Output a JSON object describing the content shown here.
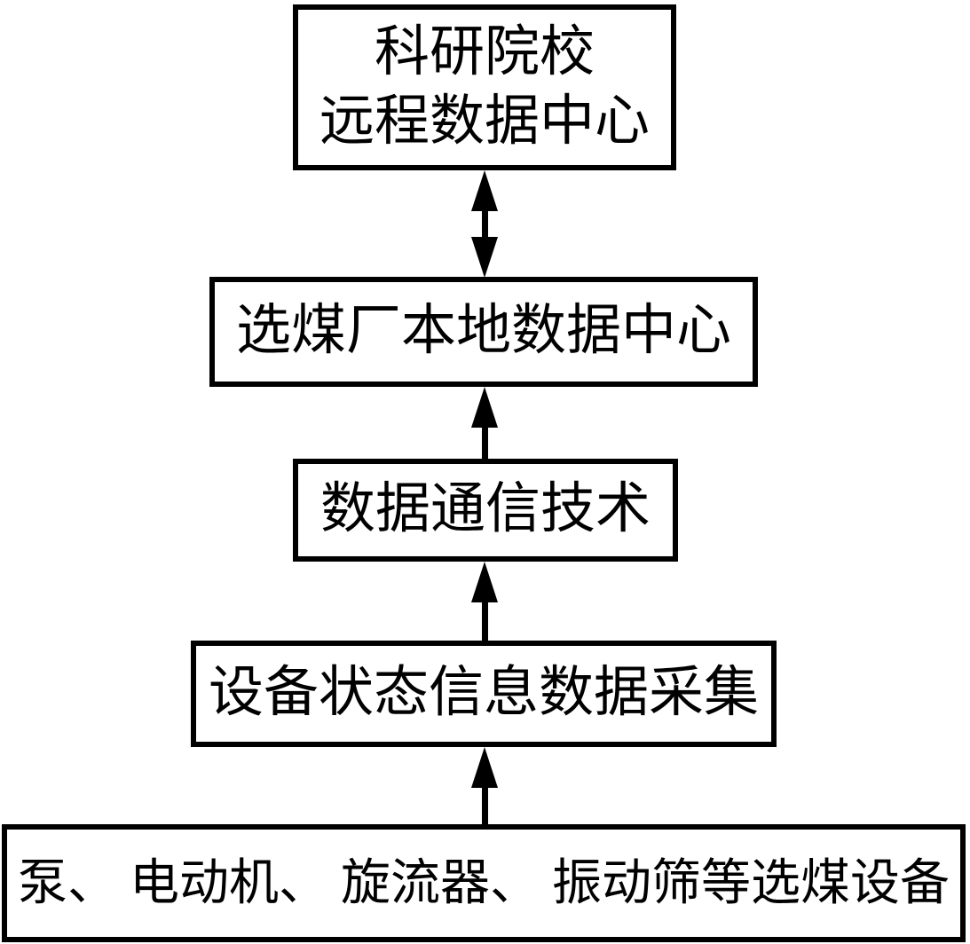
{
  "page": {
    "background_color": "#ffffff",
    "line_color": "#000000",
    "box_fill_color": "#ffffff"
  },
  "diagram": {
    "type": "flowchart",
    "orientation": "vertical",
    "nodes": [
      {
        "id": "remote-data-center",
        "lines": [
          "科研院校",
          "远程数据中心"
        ]
      },
      {
        "id": "local-data-center",
        "label": "选煤厂本地数据中心"
      },
      {
        "id": "data-communication",
        "label": "数据通信技术"
      },
      {
        "id": "data-acquisition",
        "label": "设备状态信息数据采集"
      },
      {
        "id": "coal-equipment",
        "label": "泵、 电动机、 旋流器、 振动筛等选煤设备"
      }
    ],
    "connectors": [
      {
        "from": "local-data-center",
        "to": "remote-data-center",
        "direction": "bidirectional"
      },
      {
        "from": "data-communication",
        "to": "local-data-center",
        "direction": "up"
      },
      {
        "from": "data-acquisition",
        "to": "data-communication",
        "direction": "up"
      },
      {
        "from": "coal-equipment",
        "to": "data-acquisition",
        "direction": "up"
      }
    ]
  }
}
